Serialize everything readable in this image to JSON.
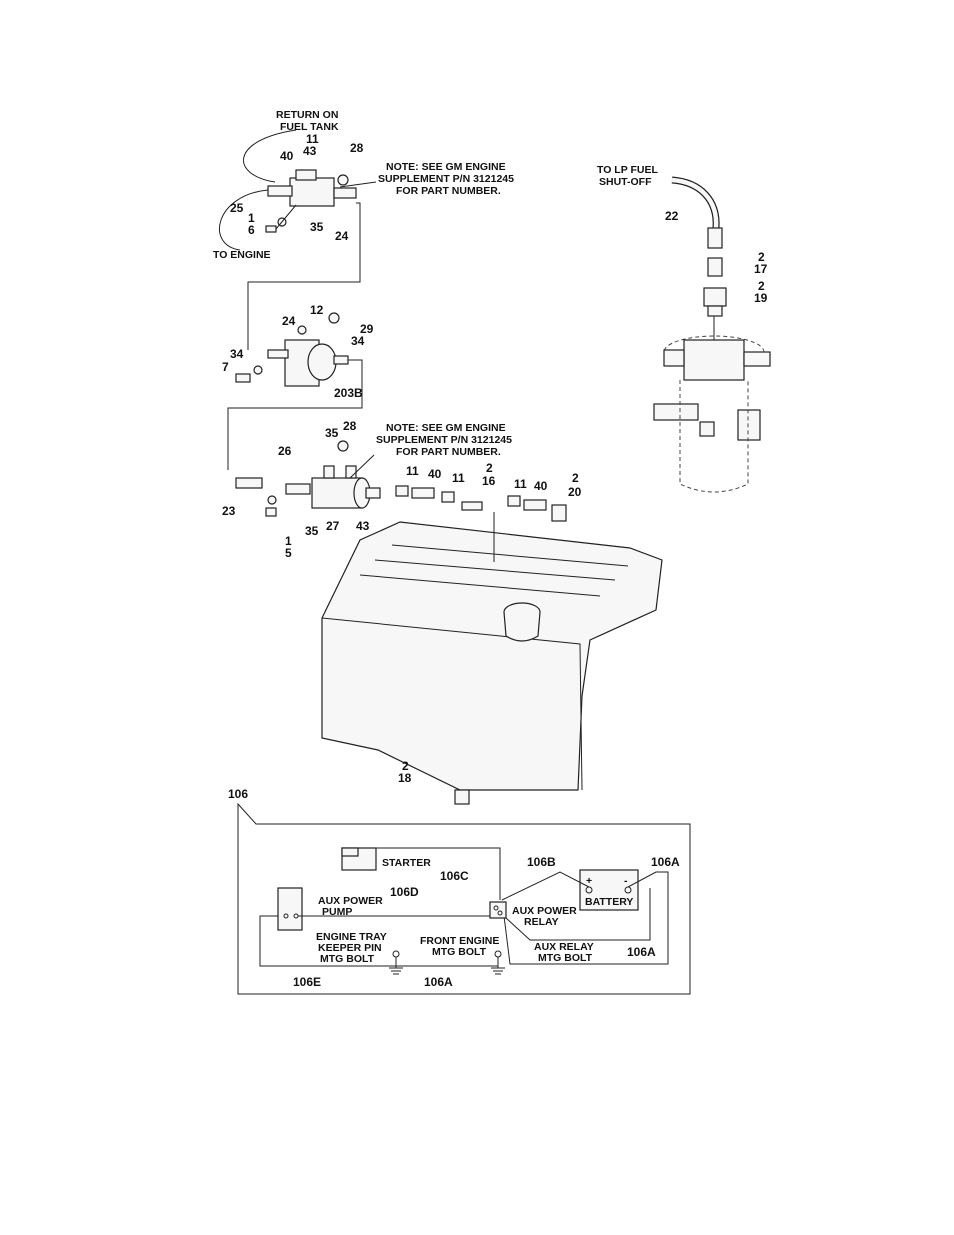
{
  "upper_notes": {
    "return_on_fuel_tank_1": "RETURN ON",
    "return_on_fuel_tank_2": "FUEL TANK",
    "to_engine": "TO ENGINE",
    "note_a_1": "NOTE:  SEE GM ENGINE",
    "note_a_2": "SUPPLEMENT P/N 3121245",
    "note_a_3": "FOR PART NUMBER.",
    "note_b_1": "NOTE:  SEE GM ENGINE",
    "note_b_2": "SUPPLEMENT P/N 3121245",
    "note_b_3": "FOR PART NUMBER.",
    "to_lp_1": "TO LP FUEL",
    "to_lp_2": "SHUT-OFF"
  },
  "callouts": {
    "c11a": "11",
    "c43a": "43",
    "c40a": "40",
    "c28a": "28",
    "c25": "25",
    "c1a": "1",
    "c6": "6",
    "c35a": "35",
    "c24a": "24",
    "c22": "22",
    "c2a": "2",
    "c17": "17",
    "c2b": "2",
    "c19": "19",
    "c12": "12",
    "c24b": "24",
    "c29": "29",
    "c34a": "34",
    "c34b": "34",
    "c7": "7",
    "c203b": "203B",
    "c35b": "35",
    "c28b": "28",
    "c26": "26",
    "c11b": "11",
    "c40b": "40",
    "c11c": "11",
    "c2c": "2",
    "c16": "16",
    "c11d": "11",
    "c40c": "40",
    "c2d": "2",
    "c20": "20",
    "c23": "23",
    "c1b": "1",
    "c5": "5",
    "c35c": "35",
    "c27": "27",
    "c43b": "43",
    "c2e": "2",
    "c18": "18"
  },
  "wiring": {
    "c106": "106",
    "starter": "STARTER",
    "c106c": "106C",
    "c106b": "106B",
    "c106a_top": "106A",
    "battery": "BATTERY",
    "plus": "+",
    "minus": "-",
    "c106d": "106D",
    "aux_pump_1": "AUX POWER",
    "aux_pump_2": "PUMP",
    "aux_relay_1": "AUX POWER",
    "aux_relay_2": "RELAY",
    "tray_1": "ENGINE TRAY",
    "tray_2": "KEEPER PIN",
    "tray_3": "MTG BOLT",
    "front_1": "FRONT ENGINE",
    "front_2": "MTG BOLT",
    "auxrel_1": "AUX RELAY",
    "auxrel_2": "MTG BOLT",
    "c106a_mid": "106A",
    "c106e": "106E",
    "c106a_bot": "106A"
  }
}
